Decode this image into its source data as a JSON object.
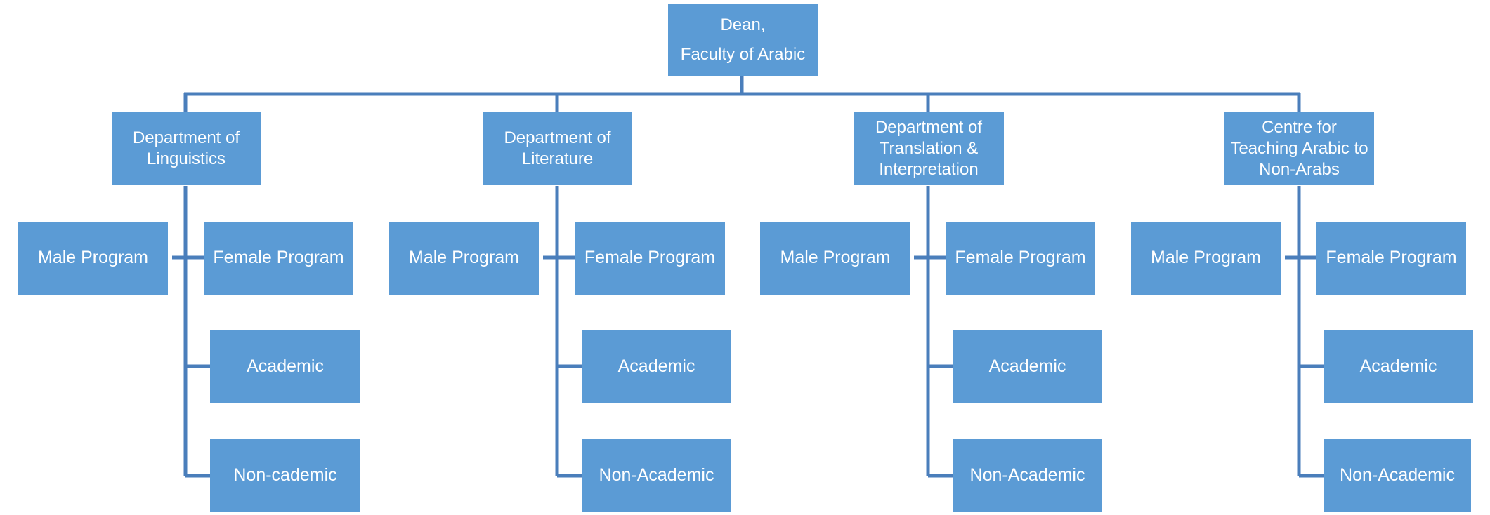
{
  "root": {
    "line1": "Dean,",
    "line2": "Faculty of Arabic"
  },
  "departments": [
    {
      "name": "Department of Linguistics",
      "male": "Male Program",
      "female": "Female Program",
      "academic": "Academic",
      "non_academic": "Non-cademic"
    },
    {
      "name": "Department of Literature",
      "male": "Male Program",
      "female": "Female Program",
      "academic": "Academic",
      "non_academic": "Non-Academic"
    },
    {
      "name": "Department of Translation & Interpretation",
      "male": "Male Program",
      "female": "Female Program",
      "academic": "Academic",
      "non_academic": "Non-Academic"
    },
    {
      "name": "Centre for Teaching Arabic to Non-Arabs",
      "male": "Male Program",
      "female": "Female Program",
      "academic": "Academic",
      "non_academic": "Non-Academic"
    }
  ],
  "colors": {
    "box_fill": "#5b9bd5",
    "connector": "#4a7ebb",
    "text": "#ffffff"
  }
}
